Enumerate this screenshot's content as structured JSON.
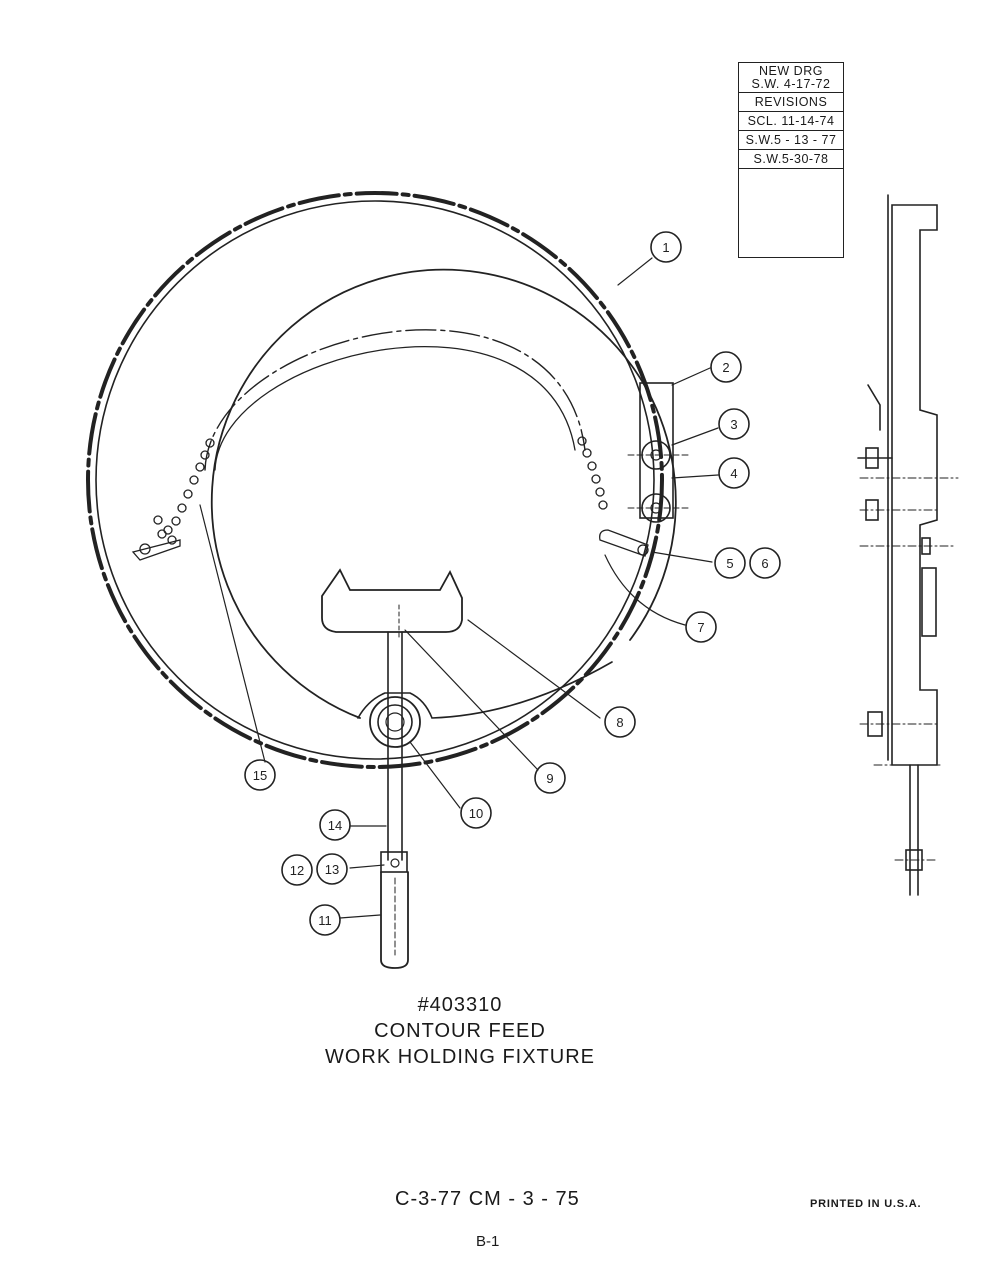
{
  "revisions": {
    "new_drg_label": "NEW DRG",
    "new_drg_date": "S.W. 4-17-72",
    "header": "REVISIONS",
    "entries": [
      "SCL. 11-14-74",
      "S.W.5 - 13 - 77",
      "S.W.5-30-78"
    ]
  },
  "callouts": [
    "1",
    "2",
    "3",
    "4",
    "5",
    "6",
    "7",
    "8",
    "9",
    "10",
    "11",
    "12",
    "13",
    "14",
    "15"
  ],
  "title": {
    "part_number": "#403310",
    "line1": "CONTOUR  FEED",
    "line2": "WORK  HOLDING  FIXTURE"
  },
  "footer": {
    "drawing_number": "C-3-77  CM - 3 - 75",
    "printed": "PRINTED  IN  U.S.A.",
    "page_id": "B-1"
  }
}
